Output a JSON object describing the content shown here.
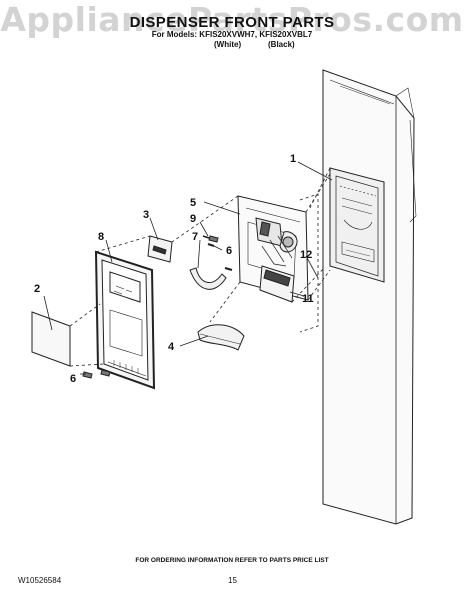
{
  "watermark": "AppliancePartsPros.com",
  "header": {
    "title": "DISPENSER FRONT PARTS",
    "models_line": "For Models: KFIS20XVWH7, KFIS20XVBL7",
    "white_label": "(White)",
    "black_label": "(Black)"
  },
  "callouts": {
    "c1": "1",
    "c2": "2",
    "c3": "3",
    "c4": "4",
    "c5": "5",
    "c6a": "6",
    "c6b": "6",
    "c7": "7",
    "c8": "8",
    "c9": "9",
    "c11": "11",
    "c12": "12"
  },
  "footer": {
    "ordering_note": "FOR ORDERING INFORMATION REFER TO PARTS PRICE LIST",
    "doc_number": "W10526584",
    "page_number": "15"
  }
}
